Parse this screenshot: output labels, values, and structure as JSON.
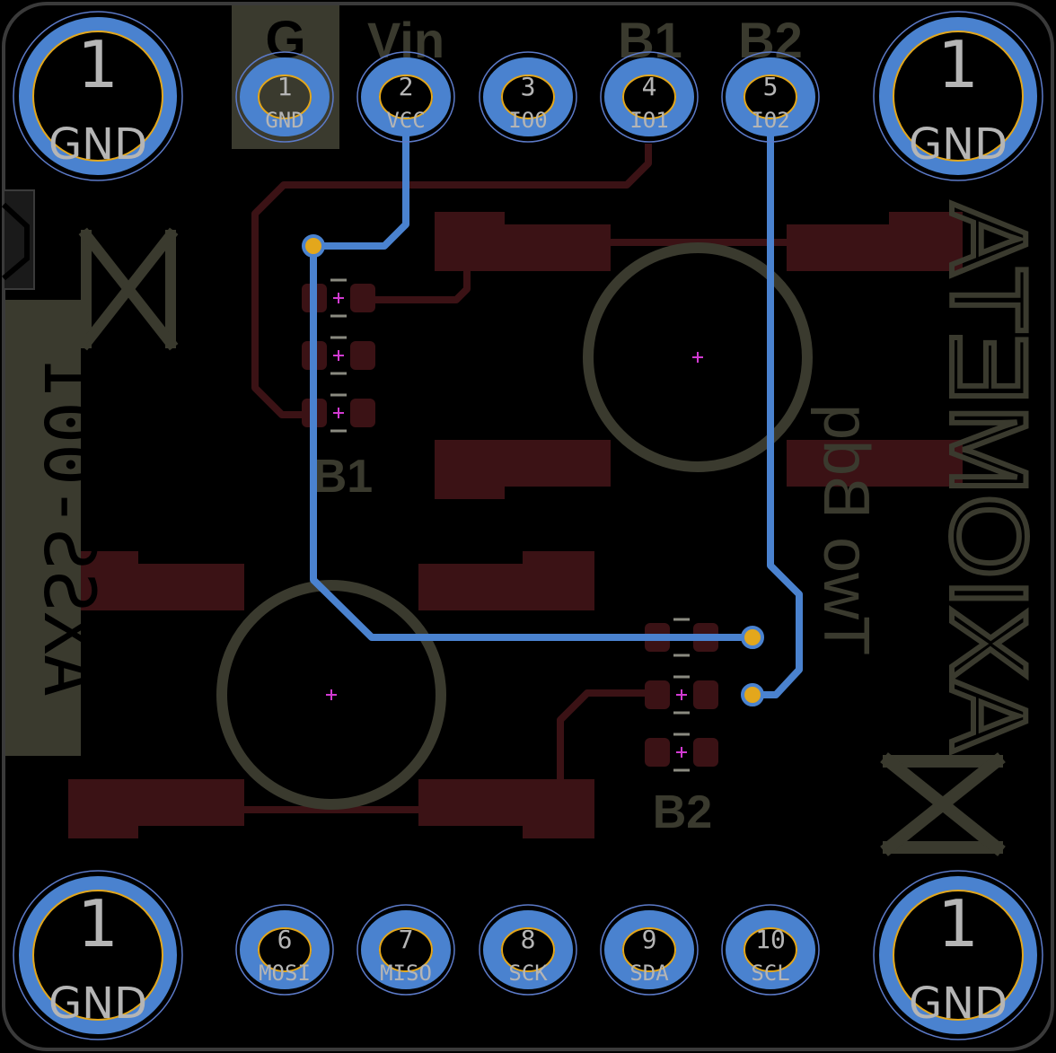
{
  "colors": {
    "background": "#000000",
    "outline": "#3a3a3a",
    "copper_bottom": "#3b1215",
    "copper_top": "#4a82cf",
    "silkscreen": "#3a3a2e",
    "pad_label": "#b5b5b5",
    "via": "#e3a71c",
    "crosshair": "#d23ad2",
    "ring_thin": "#5c7ac8"
  },
  "header_labels": {
    "g": "G",
    "vin": "Vin",
    "b1": "B1",
    "b2": "B2"
  },
  "mounting_holes": [
    {
      "id": "tl",
      "number": "1",
      "net": "GND"
    },
    {
      "id": "tr",
      "number": "1",
      "net": "GND"
    },
    {
      "id": "bl",
      "number": "1",
      "net": "GND"
    },
    {
      "id": "br",
      "number": "1",
      "net": "GND"
    }
  ],
  "top_pins": [
    {
      "number": "1",
      "net": "GND"
    },
    {
      "number": "2",
      "net": "VCC"
    },
    {
      "number": "3",
      "net": "IO0"
    },
    {
      "number": "4",
      "net": "IO1"
    },
    {
      "number": "5",
      "net": "IO2"
    }
  ],
  "bottom_pins": [
    {
      "number": "6",
      "net": "MOSI"
    },
    {
      "number": "7",
      "net": "MISO"
    },
    {
      "number": "8",
      "net": "SCK"
    },
    {
      "number": "9",
      "net": "SDA"
    },
    {
      "number": "10",
      "net": "SCL"
    }
  ],
  "silkscreen": {
    "part_number": "AXSS-001",
    "brand": "AXIOMETA",
    "board_name": "Two Bdq",
    "ref_b1": "B1",
    "ref_b2": "B2"
  },
  "icons": {
    "logo": "axiometa-logo-icon",
    "crosshair": "crosshair-icon"
  }
}
